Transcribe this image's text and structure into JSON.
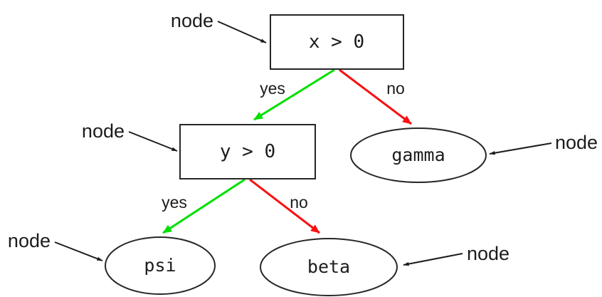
{
  "diagram": {
    "nodes": [
      {
        "id": "root",
        "shape": "box",
        "label": "x > 0"
      },
      {
        "id": "inner",
        "shape": "box",
        "label": "y > 0"
      },
      {
        "id": "gamma",
        "shape": "ellipse",
        "label": "gamma"
      },
      {
        "id": "psi",
        "shape": "ellipse",
        "label": "psi"
      },
      {
        "id": "beta",
        "shape": "ellipse",
        "label": "beta"
      }
    ],
    "edges": [
      {
        "from": "x > 0",
        "to": "y > 0",
        "label": "yes",
        "color": "#00df00"
      },
      {
        "from": "x > 0",
        "to": "gamma",
        "label": "no",
        "color": "#fa1010"
      },
      {
        "from": "y > 0",
        "to": "psi",
        "label": "yes",
        "color": "#00df00"
      },
      {
        "from": "y > 0",
        "to": "beta",
        "label": "no",
        "color": "#fa1010"
      }
    ],
    "annotations": [
      {
        "text": "node",
        "points_to": "x > 0"
      },
      {
        "text": "node",
        "points_to": "y > 0"
      },
      {
        "text": "node",
        "points_to": "gamma"
      },
      {
        "text": "node",
        "points_to": "psi"
      },
      {
        "text": "node",
        "points_to": "beta"
      }
    ],
    "colors": {
      "background": "#ffffff",
      "outline": "#262626",
      "yes_edge": "#00df00",
      "no_edge": "#fa1010"
    }
  }
}
